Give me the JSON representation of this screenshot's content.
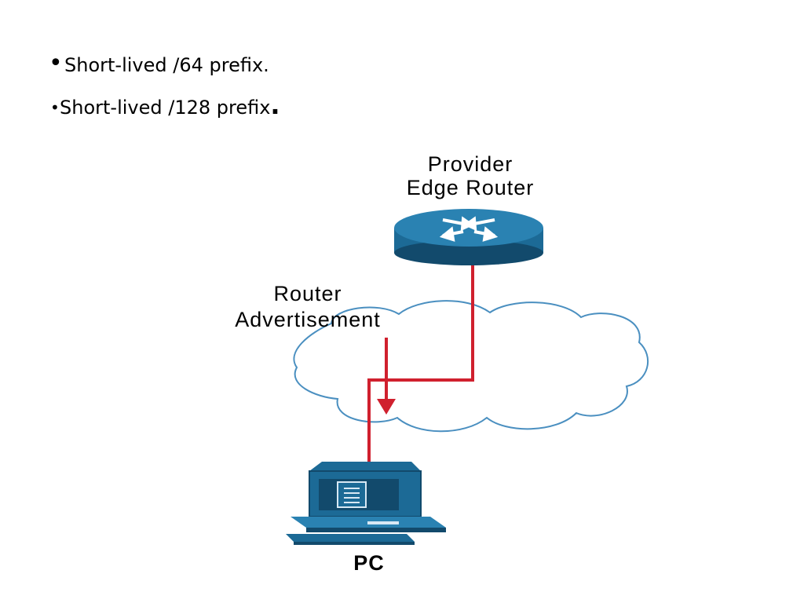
{
  "bullets": {
    "bullet_char": "•",
    "item1": "Short-lived /64 prefix.",
    "item2": "Short-lived /128 prefix",
    "item2_period": "."
  },
  "diagram": {
    "router_label_line1": "Provider",
    "router_label_line2": "Edge Router",
    "ra_label_line1": "Router",
    "ra_label_line2": "Advertisement",
    "pc_label": "PC",
    "colors": {
      "device_blue": "#1c6a96",
      "device_dark": "#124a6c",
      "link_red": "#d0202e",
      "cloud_outline": "#4a8fc0"
    }
  }
}
